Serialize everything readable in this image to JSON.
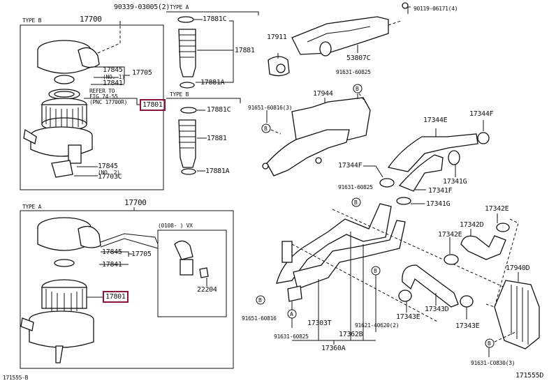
{
  "diagram": {
    "figure_left": "171555-B",
    "figure_right": "171555D",
    "highlight_color": "#8a1538",
    "type_b_box": {
      "title": "TYPE B",
      "assembly": "17700",
      "labels": {
        "cap_screw": "90339-03005(2)",
        "p17845": "17845",
        "no1": "(NO. 1)",
        "p17841": "17841",
        "p17705": "17705",
        "refer1": "REFER TO",
        "refer2": "FIG 74-55",
        "refer3": "(PNC 17700R)",
        "p17801": "17801",
        "p17845b": "17845",
        "no2": "(NO. 2)",
        "p17703c": "17703C"
      }
    },
    "hose_type_a": {
      "title": "TYPE A",
      "p17881c": "17881C",
      "p17881": "17881",
      "p17881a": "17881A"
    },
    "hose_type_b": {
      "title": "TYPE B",
      "p17881c": "17881C",
      "p17881": "17881",
      "p17881a": "17881A"
    },
    "type_a_box": {
      "title": "TYPE A",
      "assembly": "17700",
      "p17845": "17845",
      "p17841": "17841",
      "p17705": "17705",
      "p17801": "17801",
      "inset_title": "(0108-      ) VX",
      "p22204": "22204"
    },
    "right_side": {
      "p17911": "17911",
      "p53807c": "53807C",
      "bolt_top": "90119-06171(4)",
      "bolt_91631_a": "91631-60825",
      "p17944": "17944",
      "bolt_91651_3": "91651-60816(3)",
      "p17344e": "17344E",
      "p17344f_a": "17344F",
      "p17344f_b": "17344F",
      "p17341g_a": "17341G",
      "p17341f": "17341F",
      "p17341g_b": "17341G",
      "bolt_91631_b": "91631-60825",
      "p17342e_a": "17342E",
      "p17342d": "17342D",
      "p17342e_b": "17342E",
      "p17940d": "17940D",
      "p17343d": "17343D",
      "p17343e_a": "17343E",
      "p17343e_b": "17343E",
      "bolt_91651_b": "91651-60816",
      "p17303t": "17303T",
      "bolt_91621": "91621-40620(2)",
      "bolt_91631_c": "91631-60825",
      "p17362b": "17362B",
      "p17360a": "17360A",
      "bolt_91631_d": "91631-C0830(3)"
    },
    "bubbles": {
      "b": "B",
      "a": "A"
    }
  }
}
